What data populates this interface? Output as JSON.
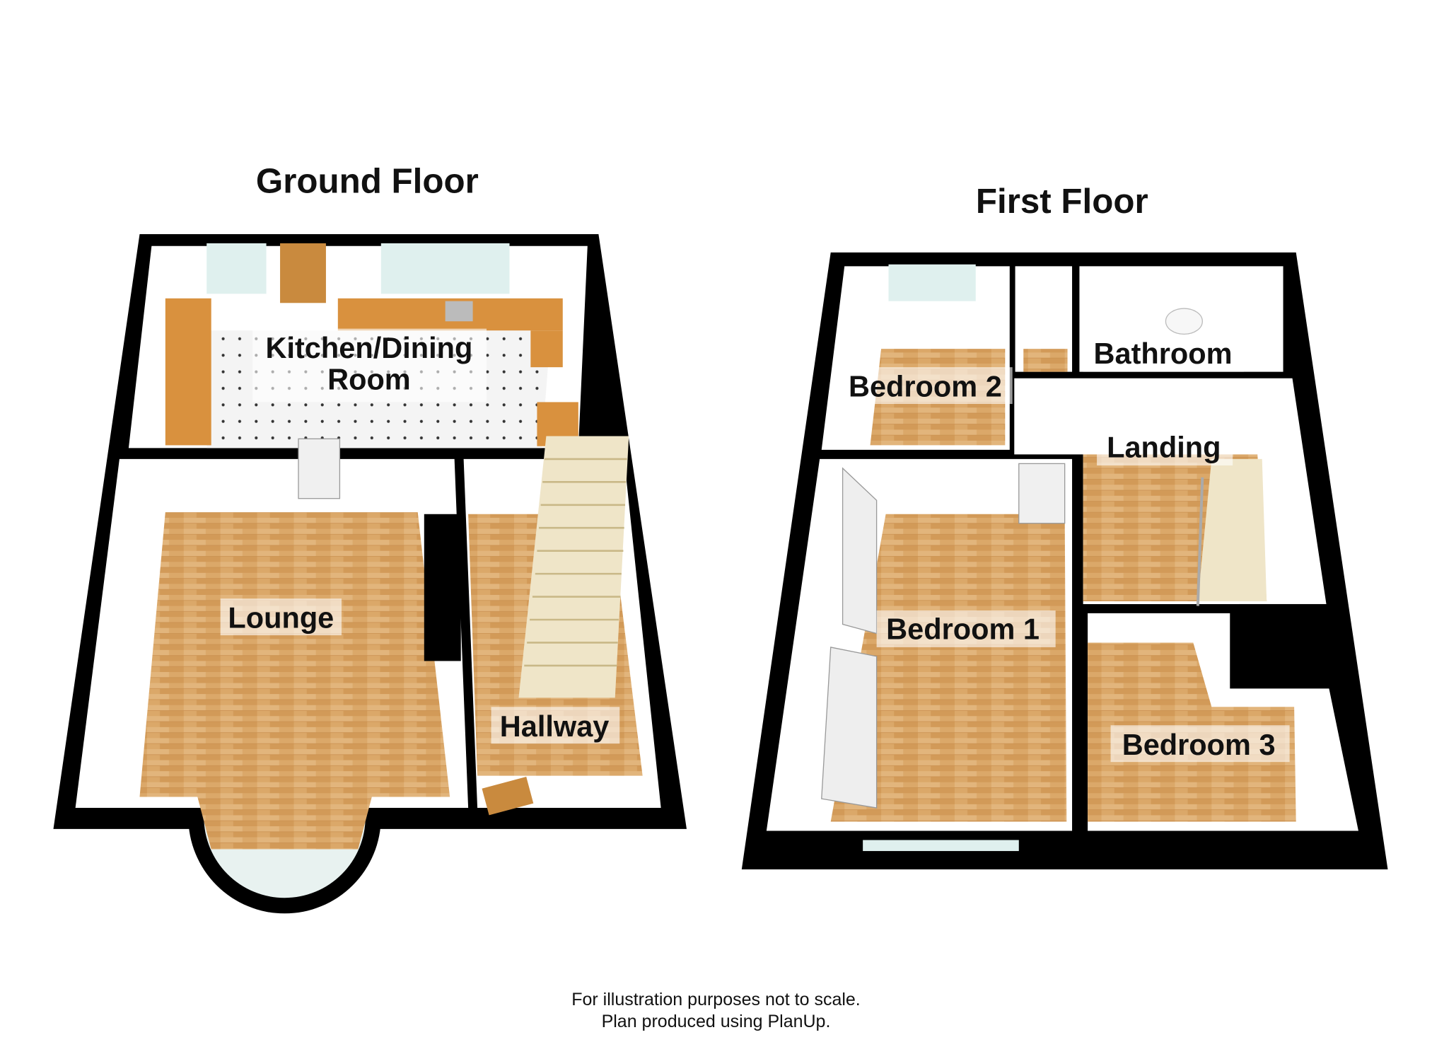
{
  "ground_floor": {
    "title": "Ground Floor",
    "rooms": {
      "kitchen_line1": "Kitchen/Dining",
      "kitchen_line2": "Room",
      "lounge": "Lounge",
      "hallway": "Hallway"
    }
  },
  "first_floor": {
    "title": "First Floor",
    "rooms": {
      "bedroom2": "Bedroom 2",
      "bathroom": "Bathroom",
      "landing": "Landing",
      "bedroom1": "Bedroom 1",
      "bedroom3": "Bedroom 3"
    }
  },
  "footer": {
    "line1": "For illustration purposes not to scale.",
    "line2": "Plan produced using PlanUp."
  },
  "colors": {
    "wall": "#000000",
    "wood_floor": "#d9a567",
    "tile_floor": "#f2f2f2",
    "worktop": "#d9913e",
    "window": "#dff0ee"
  }
}
